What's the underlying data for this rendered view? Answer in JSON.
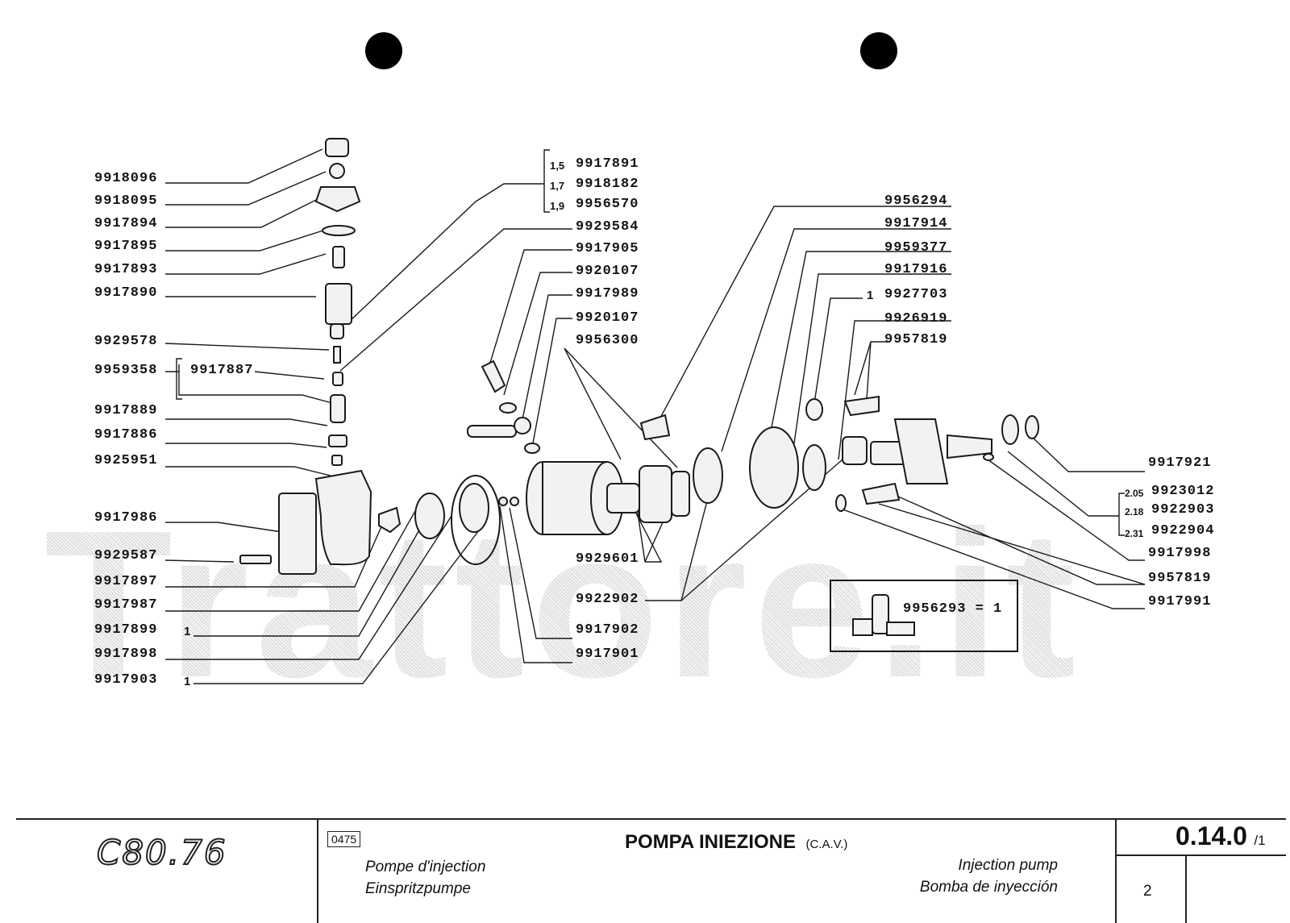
{
  "watermark": "Trattore.it",
  "left_column": [
    {
      "id": "9918096"
    },
    {
      "id": "9918095"
    },
    {
      "id": "9917894"
    },
    {
      "id": "9917895"
    },
    {
      "id": "9917893"
    },
    {
      "id": "9917890"
    },
    {
      "id": "9929578"
    },
    {
      "id": "9959358"
    },
    {
      "id": "9917889"
    },
    {
      "id": "9917886"
    },
    {
      "id": "9925951"
    },
    {
      "id": "9917986"
    },
    {
      "id": "9929587"
    },
    {
      "id": "9917897"
    },
    {
      "id": "9917987"
    },
    {
      "id": "9917899"
    },
    {
      "id": "9917898"
    },
    {
      "id": "9917903"
    }
  ],
  "bracket_part": "9917887",
  "qty_one": "1",
  "sized_group": [
    {
      "size": "1,5",
      "id": "9917891"
    },
    {
      "size": "1,7",
      "id": "9918182"
    },
    {
      "size": "1,9",
      "id": "9956570"
    }
  ],
  "middle_column": [
    "9929584",
    "9917905",
    "9920107",
    "9917989",
    "9920107",
    "9956300"
  ],
  "middle_bottom": [
    "9929601",
    "9922902",
    "9917902",
    "9917901"
  ],
  "right_column_top": [
    "9956294",
    "9917914",
    "9959377",
    "9917916",
    "9927703",
    "9926919",
    "9957819"
  ],
  "right_column_bottom": {
    "first": "9917921",
    "sized": [
      {
        "size": "2.05",
        "id": "9923012"
      },
      {
        "size": "2.18",
        "id": "9922903"
      },
      {
        "size": "2.31",
        "id": "9922904"
      }
    ],
    "rest": [
      "9917998",
      "9957819",
      "9917991"
    ]
  },
  "kit_box": "9956293 = 1",
  "title_block": {
    "model": "C80.76",
    "code": "0475",
    "title_it": "POMPA INIEZIONE",
    "title_note": "(C.A.V.)",
    "title_fr": "Pompe d'injection",
    "title_de": "Einspritzpumpe",
    "title_en": "Injection pump",
    "title_es": "Bomba de inyección",
    "page_ref": "0.14.0",
    "page_sub": "/1",
    "sheet": "2"
  }
}
